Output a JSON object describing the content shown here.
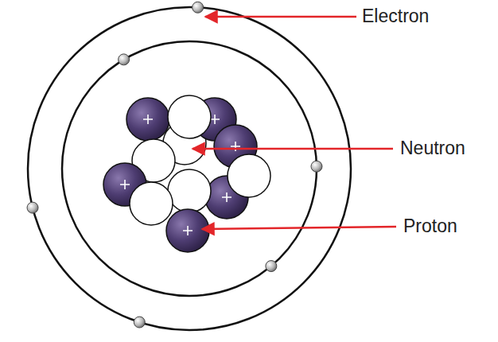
{
  "diagram": {
    "labels": [
      "Electron",
      "Neutron",
      "Proton"
    ]
  }
}
